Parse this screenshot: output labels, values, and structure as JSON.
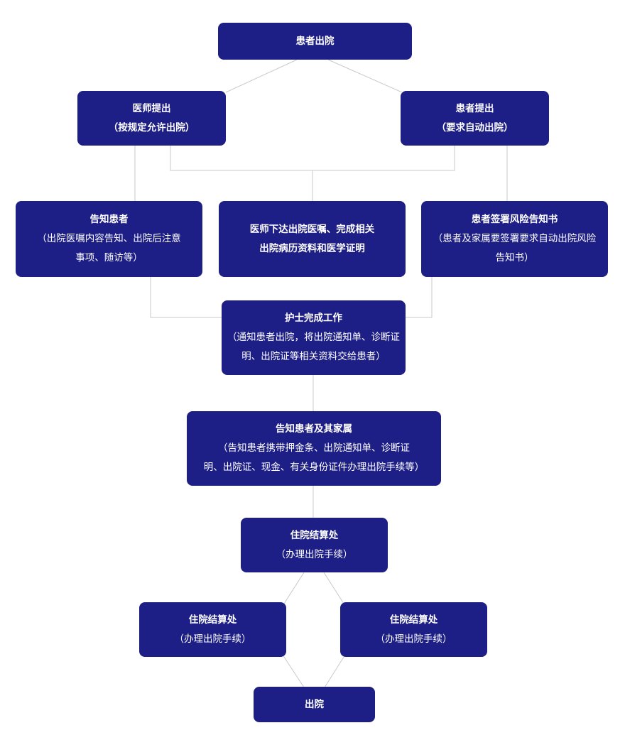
{
  "colors": {
    "node_fill": "#1e1f86",
    "node_text": "#ffffff",
    "connector": "#c9c9c9",
    "background": "#ffffff"
  },
  "nodes": {
    "discharge_start": {
      "title": "患者出院"
    },
    "doctor_proposed": {
      "title": "医师提出",
      "sub": "（按规定允许出院）"
    },
    "patient_proposed": {
      "title": "患者提出",
      "sub": "（要求自动出院）"
    },
    "notify_patient": {
      "title": "告知患者",
      "sub1": "（出院医嘱内容告知、出院后注意",
      "sub2": "事项、随访等）"
    },
    "doctor_orders": {
      "title1": "医师下达出院医嘱、完成相关",
      "title2": "出院病历资料和医学证明"
    },
    "risk_consent": {
      "title": "患者签署风险告知书",
      "sub1": "（患者及家属要签署要求自动出院风险",
      "sub2": "告知书）"
    },
    "nurse_work": {
      "title": "护士完成工作",
      "sub1": "（通知患者出院，将出院通知单、诊断证",
      "sub2": "明、出院证等相关资料交给患者）"
    },
    "notify_family": {
      "title": "告知患者及其家属",
      "sub1": "（告知患者携带押金条、出院通知单、诊断证",
      "sub2": "明、出院证、现金、有关身份证件办理出院手续等）"
    },
    "settlement_main": {
      "title": "住院结算处",
      "sub": "（办理出院手续）"
    },
    "settlement_left": {
      "title": "住院结算处",
      "sub": "（办理出院手续）"
    },
    "settlement_right": {
      "title": "住院结算处",
      "sub": "（办理出院手续）"
    },
    "discharge_end": {
      "title": "出院"
    }
  }
}
